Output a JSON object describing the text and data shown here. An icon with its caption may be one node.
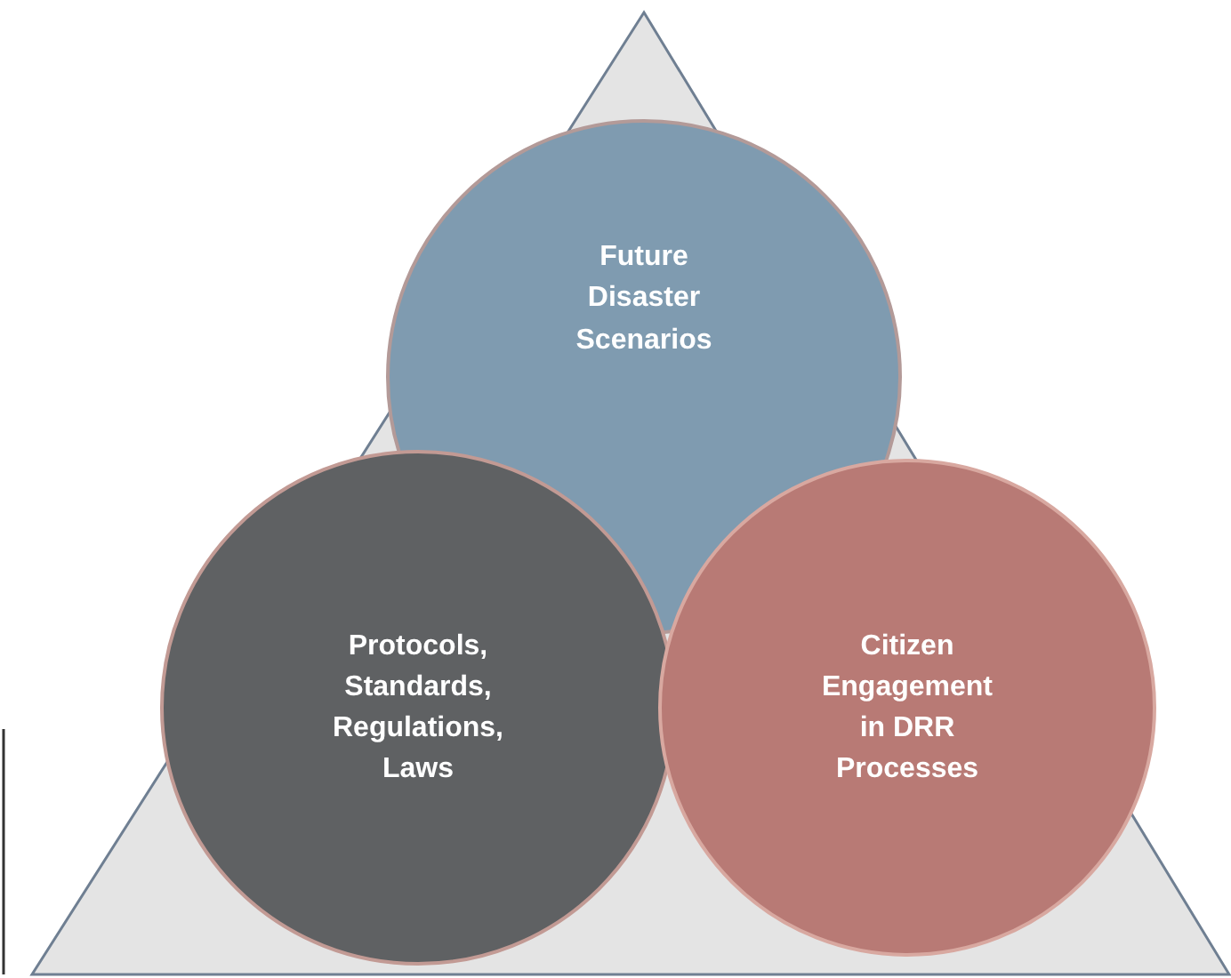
{
  "diagram": {
    "nodes": [
      {
        "text": [
          "Future Disaster Scenarios"
        ]
      },
      {
        "text": [
          "Protocols, Standards, Regulations, Laws"
        ]
      },
      {
        "text": [
          "Citizen Engagement in DRR Processes"
        ]
      }
    ]
  }
}
